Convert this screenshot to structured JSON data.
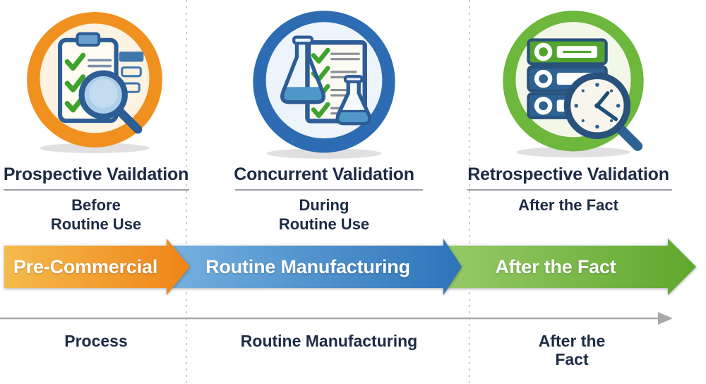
{
  "diagram": {
    "background": "#ffffff",
    "text_color": "#1d2b45",
    "divider_color": "#cdcdcd",
    "rule_color": "#9aa0a6",
    "axis_color": "#a8a8a8"
  },
  "sections": [
    {
      "title": "Prospective Vaildation",
      "subtitle": "Before\nRoutine Use",
      "icon": "clipboard-checklist-magnifier-icon",
      "ring_color": "#f0911f",
      "banner": {
        "label": "Pre-Commercial",
        "color_start": "#f5bb4d",
        "color_end": "#ee8418"
      },
      "timeline_label": "Process"
    },
    {
      "title": "Concurrent Validation",
      "subtitle": "During\nRoutine Use",
      "icon": "flasks-checklist-icon",
      "ring_color": "#2d6cb3",
      "banner": {
        "label": "Routine Manufacturing",
        "color_start": "#74b0df",
        "color_end": "#2d74b9"
      },
      "timeline_label": "Routine Manufacturing"
    },
    {
      "title": "Retrospective Validation",
      "subtitle": "After the Fact",
      "icon": "archive-clock-magnifier-icon",
      "ring_color": "#6db73c",
      "banner": {
        "label": "After the Fact",
        "color_start": "#97ca68",
        "color_end": "#5fa82d"
      },
      "timeline_label": "After the\nFact"
    }
  ]
}
